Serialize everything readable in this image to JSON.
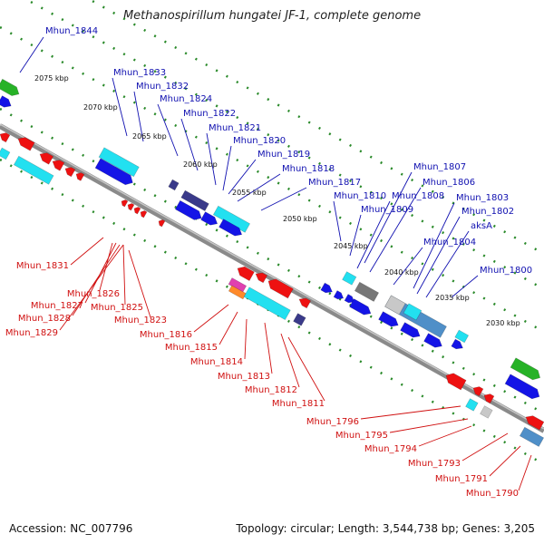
{
  "title": "Methanospirillum hungatei JF-1, complete genome",
  "footer": {
    "accession": "Accession: NC_007796",
    "summary": "Topology: circular; Length: 3,544,738 bp; Genes: 3,205"
  },
  "colors": {
    "forward_label": "#1010b0",
    "reverse_label": "#d01010",
    "backbone": "#8a8a8a",
    "tick": "#2a8a2a",
    "blue": "#1414e6",
    "red": "#ee1111",
    "cyan": "#22e0f0",
    "green": "#27b227",
    "steel": "#4f8fc8",
    "gray": "#777777",
    "navy": "#3a3a8a"
  },
  "scale_labels": [
    "2075 kbp",
    "2070 kbp",
    "2065 kbp",
    "2060 kbp",
    "2055 kbp",
    "2050 kbp",
    "2045 kbp",
    "2040 kbp",
    "2035 kbp",
    "2030 kbp"
  ],
  "forward_labels": [
    "Mhun_1844",
    "Mhun_1833",
    "Mhun_1832",
    "Mhun_1824",
    "Mhun_1822",
    "Mhun_1821",
    "Mhun_1820",
    "Mhun_1819",
    "Mhun_1818",
    "Mhun_1817",
    "Mhun_1810",
    "Mhun_1809",
    "Mhun_1808",
    "Mhun_1807",
    "Mhun_1806",
    "Mhun_1803",
    "Mhun_1802",
    "aksA",
    "Mhun_1804",
    "Mhun_1800"
  ],
  "reverse_labels": [
    "Mhun_1831",
    "Mhun_1826",
    "Mhun_1827",
    "Mhun_1828",
    "Mhun_1825",
    "Mhun_1829",
    "Mhun_1823",
    "Mhun_1816",
    "Mhun_1815",
    "Mhun_1814",
    "Mhun_1813",
    "Mhun_1812",
    "Mhun_1811",
    "Mhun_1796",
    "Mhun_1795",
    "Mhun_1794",
    "Mhun_1793",
    "Mhun_1791",
    "Mhun_1790"
  ]
}
